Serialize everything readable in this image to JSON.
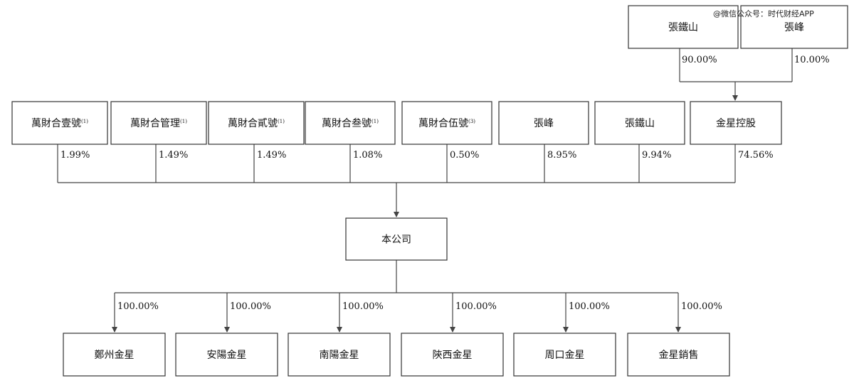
{
  "watermark": "@微信公众号：时代财经APP",
  "top_holders": [
    {
      "id": "zhang_tieshan_top",
      "label": "張鐵山",
      "pct": "90.00%"
    },
    {
      "id": "zhang_feng_top",
      "label": "張峰",
      "pct": "10.00%"
    }
  ],
  "shareholders": [
    {
      "id": "wc1",
      "label": "萬財合壹號",
      "sup": "(1)",
      "pct": "1.99%"
    },
    {
      "id": "wc_mgmt",
      "label": "萬財合管理",
      "sup": "(1)",
      "pct": "1.49%"
    },
    {
      "id": "wc2",
      "label": "萬財合貳號",
      "sup": "(1)",
      "pct": "1.49%"
    },
    {
      "id": "wc3",
      "label": "萬財合叁號",
      "sup": "(1)",
      "pct": "1.08%"
    },
    {
      "id": "wc5",
      "label": "萬財合伍號",
      "sup": "(3)",
      "pct": "0.50%"
    },
    {
      "id": "zhang_feng",
      "label": "張峰",
      "sup": "",
      "pct": "8.95%"
    },
    {
      "id": "zhang_tieshan",
      "label": "張鐵山",
      "sup": "",
      "pct": "9.94%"
    },
    {
      "id": "jinxing_holding",
      "label": "金星控股",
      "sup": "",
      "pct": "74.56%"
    }
  ],
  "company": {
    "id": "company",
    "label": "本公司"
  },
  "subsidiaries": [
    {
      "id": "zhengzhou",
      "label": "鄭州金星",
      "pct": "100.00%"
    },
    {
      "id": "anyang",
      "label": "安陽金星",
      "pct": "100.00%"
    },
    {
      "id": "nanyang",
      "label": "南陽金星",
      "pct": "100.00%"
    },
    {
      "id": "shaanxi",
      "label": "陝西金星",
      "pct": "100.00%"
    },
    {
      "id": "zhoukou",
      "label": "周口金星",
      "pct": "100.00%"
    },
    {
      "id": "sales",
      "label": "金星銷售",
      "pct": "100.00%"
    }
  ]
}
